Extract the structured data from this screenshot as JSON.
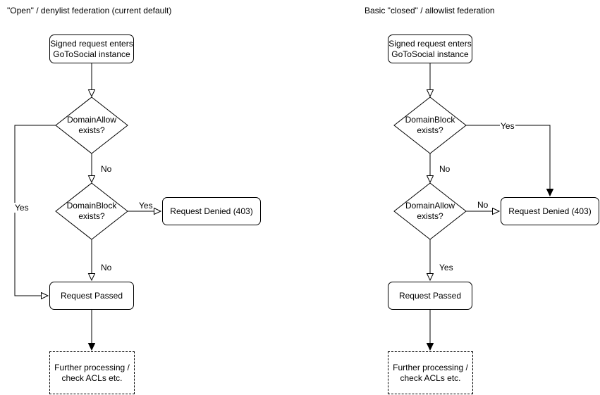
{
  "colors": {
    "stroke": "#000000",
    "text": "#000000",
    "background": "#ffffff"
  },
  "left_chart": {
    "title": "\"Open\" / denylist federation (current default)",
    "nodes": {
      "start": "Signed request enters\nGoToSocial instance",
      "decision1": "DomainAllow\nexists?",
      "decision2": "DomainBlock\nexists?",
      "denied": "Request Denied (403)",
      "passed": "Request Passed",
      "further": "Further processing /\ncheck ACLs etc."
    },
    "edge_labels": {
      "decision1_yes": "Yes",
      "decision1_no": "No",
      "decision2_yes": "Yes",
      "decision2_no": "No"
    }
  },
  "right_chart": {
    "title": "Basic \"closed\" / allowlist federation",
    "nodes": {
      "start": "Signed request enters\nGoToSocial instance",
      "decision1": "DomainBlock\nexists?",
      "decision2": "DomainAllow\nexists?",
      "denied": "Request Denied (403)",
      "passed": "Request Passed",
      "further": "Further processing /\ncheck ACLs etc."
    },
    "edge_labels": {
      "decision1_yes": "Yes",
      "decision1_no": "No",
      "decision2_no": "No",
      "decision2_yes": "Yes"
    }
  }
}
